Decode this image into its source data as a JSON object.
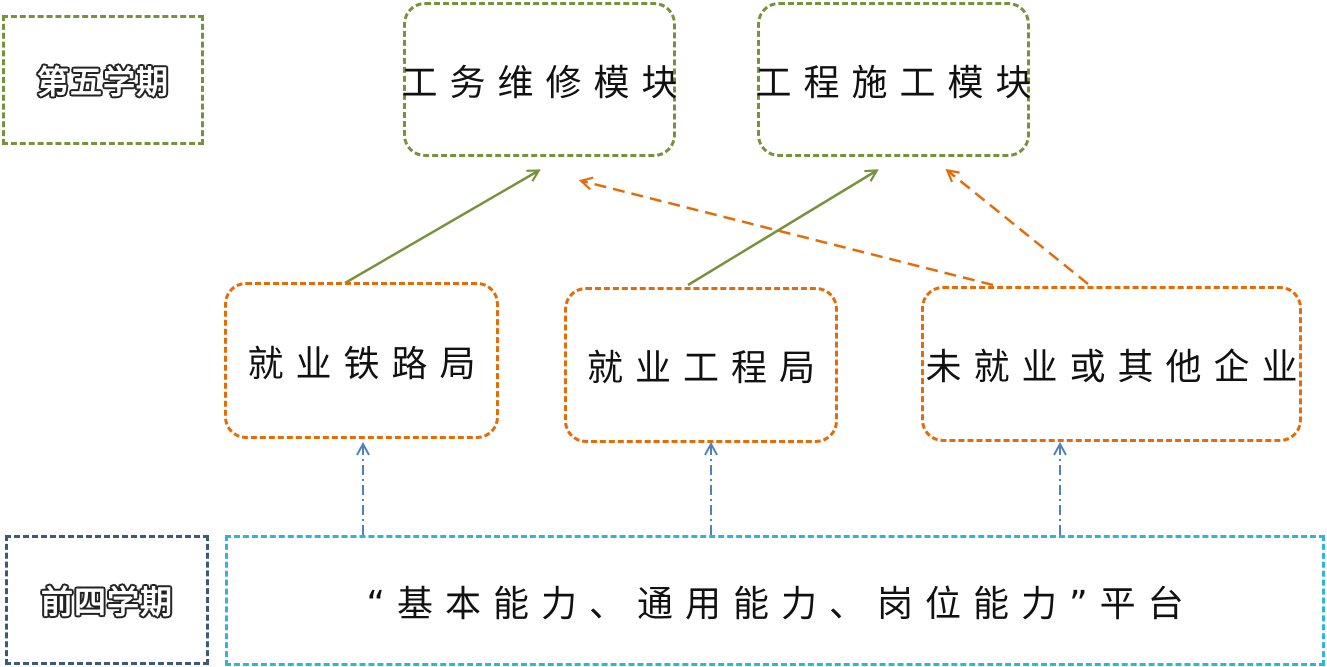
{
  "semesters": {
    "fifth": "第五学期",
    "first_four": "前四学期"
  },
  "modules": {
    "maintenance": "工务维修模块",
    "construction": "工程施工模块"
  },
  "employment": {
    "railway": "就业铁路局",
    "engineering": "就业工程局",
    "other": "未就业或其他企业"
  },
  "platform": {
    "label": "“基本能力、通用能力、岗位能力”平台"
  },
  "colors": {
    "green": "#76923c",
    "orange": "#e36c09",
    "cyan": "#31b4dc",
    "navy": "#3b5a78",
    "blue_arrow": "#4f81bd"
  }
}
